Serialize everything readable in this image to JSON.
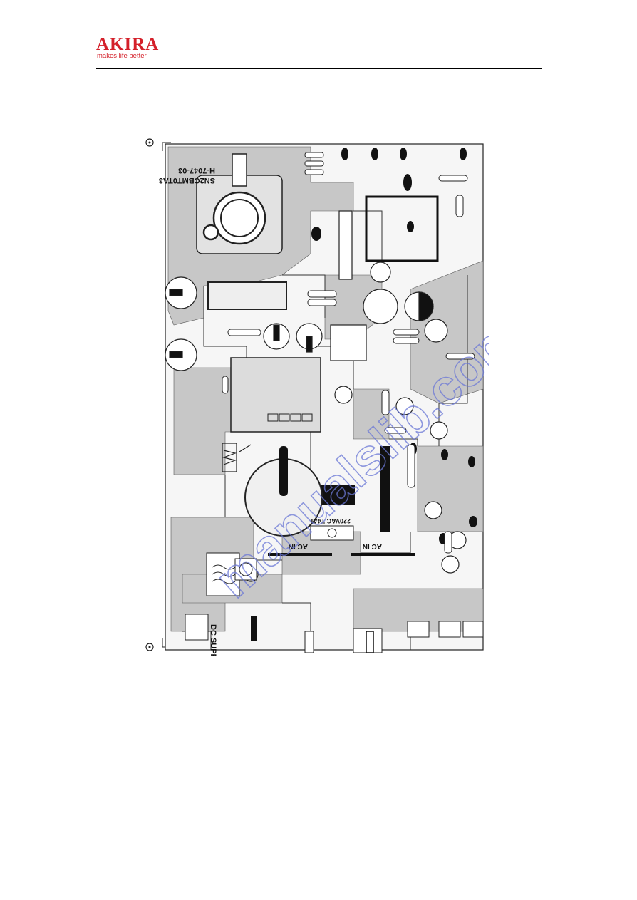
{
  "header": {
    "logo_text": "AKIRA",
    "tagline": "makes life better",
    "brand_color": "#d4202a"
  },
  "board": {
    "silkscreen_code_line1": "SN2CBMT0TA3",
    "silkscreen_code_line2": "H-7047-03",
    "connector_label_left": "AC IN",
    "connector_label_right": "AC IN",
    "supply_label": "DC SUPPLY",
    "mains_label": "220VAC T4AL",
    "watermark": "manualslib.com",
    "watermark_color": "#6b78d6"
  }
}
